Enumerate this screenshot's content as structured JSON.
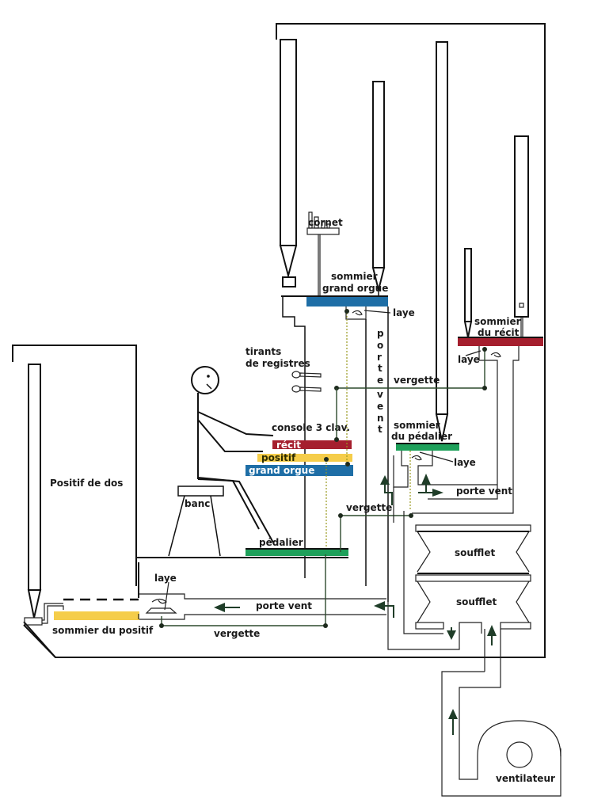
{
  "colors": {
    "recit": "#a51f2e",
    "positif": "#f5cd4a",
    "grand_orgue": "#1e6ea6",
    "pedalier": "#1ea05a",
    "arrow": "#1f3d28",
    "line": "#111111"
  },
  "labels": {
    "cornet": "cornet",
    "sommier_grand_orgue_1": "sommier",
    "sommier_grand_orgue_2": "grand orgue",
    "laye_go": "laye",
    "sommier_recit_1": "sommier",
    "sommier_recit_2": "du récit",
    "laye_recit": "laye",
    "tirants_1": "tirants",
    "tirants_2": "de registres",
    "porte_vent_vertical": [
      "p",
      "o",
      "r",
      "t",
      "e",
      "v",
      "e",
      "n",
      "t"
    ],
    "vergette_upper": "vergette",
    "sommier_pedalier_1": "sommier",
    "sommier_pedalier_2": "du pédalier",
    "laye_pedalier": "laye",
    "porte_vent_pedalier": "porte vent",
    "console": "console 3 clav.",
    "kbd_recit": "récit",
    "kbd_positif": "positif",
    "kbd_grand_orgue": "grand orgue",
    "positif_de_dos": "Positif de dos",
    "banc": "banc",
    "pedalier": "pédalier",
    "vergette_mid": "vergette",
    "soufflet_top": "soufflet",
    "soufflet_bottom": "soufflet",
    "laye_positif": "laye",
    "porte_vent_positif": "porte vent",
    "sommier_positif": "sommier du positif",
    "vergette_lower": "vergette",
    "ventilateur": "ventilateur"
  },
  "icons": {
    "airflow_arrow": "arrow-icon",
    "fan": "ventilateur-icon",
    "organist": "person-icon"
  }
}
